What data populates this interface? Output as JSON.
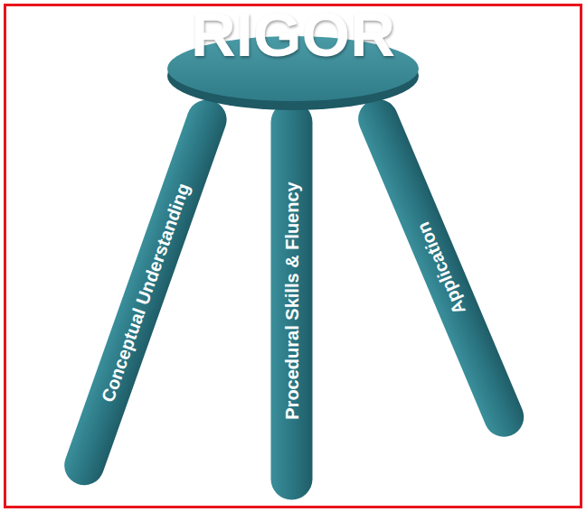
{
  "diagram": {
    "nodes": [
      {
        "text": [
          "RIGOR"
        ]
      },
      {
        "text": [
          "Conceptual Understanding"
        ]
      },
      {
        "text": [
          "Procedural Skills & Fluency"
        ]
      },
      {
        "text": [
          "Application"
        ]
      }
    ]
  }
}
